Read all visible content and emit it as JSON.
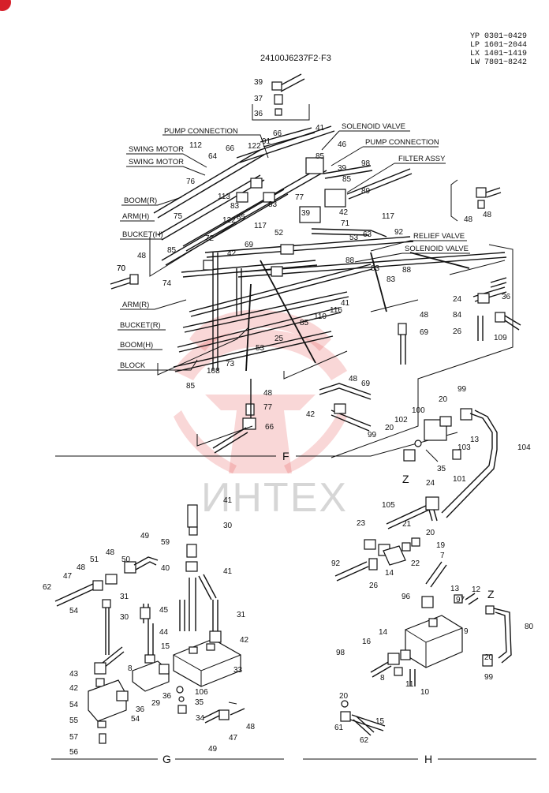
{
  "drawing_code": "24100J6237F2·F3",
  "serial_ranges": [
    "YP 0301~0429",
    "LP 1601~2044",
    "LX 1401~1419",
    "LW 7801~8242"
  ],
  "watermark": "ИНТЕХ",
  "brand_colors": {
    "watermark": "#e24a4a",
    "line": "#111111",
    "corner_badge": "#d61f2a"
  },
  "section_labels": {
    "f": "F",
    "g": "G",
    "h": "H",
    "z1": "Z",
    "z2": "Z"
  },
  "callouts": {
    "pump_connection_1": "PUMP CONNECTION",
    "pump_connection_2": "PUMP CONNECTION",
    "solenoid_valve_1": "SOLENOID VALVE",
    "solenoid_valve_2": "SOLENOID VALVE",
    "swing_motor_1": "SWING MOTOR",
    "swing_motor_2": "SWING MOTOR",
    "filter_assy": "FILTER ASSY",
    "boom_r": "BOOM(R)",
    "arm_h": "ARM(H)",
    "bucket_h": "BUCKET(H)",
    "relief_valve": "RELIEF VALVE",
    "arm_r": "ARM(R)",
    "bucket_r": "BUCKET(R)",
    "boom_h": "BOOM(H)",
    "block": "BLOCK"
  },
  "parts_f": [
    "39",
    "37",
    "36",
    "66",
    "41",
    "122",
    "91",
    "112",
    "64",
    "66",
    "46",
    "85",
    "39",
    "98",
    "85",
    "89",
    "76",
    "113",
    "83",
    "75",
    "122",
    "85",
    "83",
    "117",
    "39",
    "77",
    "42",
    "117",
    "71",
    "63",
    "92",
    "52",
    "53",
    "48",
    "70",
    "69",
    "85",
    "42",
    "88",
    "83",
    "88",
    "72",
    "74",
    "83",
    "116",
    "41",
    "110",
    "85",
    "25",
    "53",
    "108",
    "73",
    "85",
    "70",
    "48",
    "24",
    "36",
    "84",
    "109",
    "26",
    "48",
    "69",
    "48",
    "69",
    "42",
    "48",
    "77",
    "66",
    "48"
  ],
  "parts_f_right": [
    "99",
    "20",
    "100",
    "13",
    "102",
    "103",
    "99",
    "20",
    "35",
    "101",
    "104"
  ],
  "parts_g": [
    "41",
    "30",
    "59",
    "40",
    "41",
    "49",
    "48",
    "50",
    "51",
    "47",
    "48",
    "62",
    "54",
    "31",
    "30",
    "45",
    "31",
    "44",
    "42",
    "15",
    "43",
    "8",
    "33",
    "42",
    "36",
    "29",
    "106",
    "54",
    "55",
    "36",
    "35",
    "54",
    "57",
    "34",
    "56",
    "49",
    "47",
    "48"
  ],
  "parts_h": [
    "105",
    "24",
    "23",
    "21",
    "20",
    "19",
    "92",
    "14",
    "22",
    "26",
    "7",
    "96",
    "13",
    "12",
    "97",
    "80",
    "98",
    "16",
    "14",
    "9",
    "20",
    "8",
    "11",
    "10",
    "99",
    "20",
    "61",
    "15",
    "62"
  ]
}
